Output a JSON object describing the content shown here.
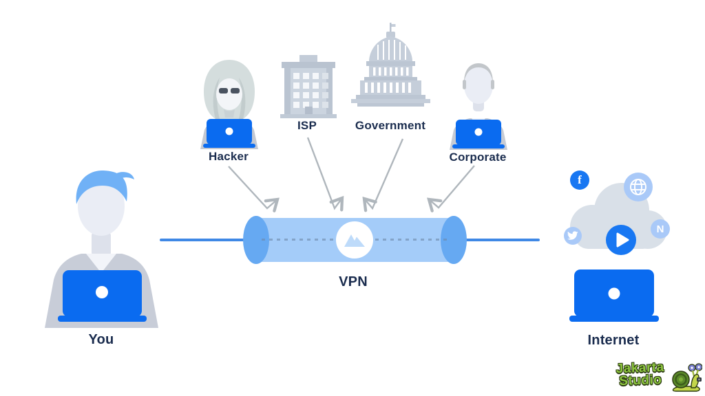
{
  "diagram": {
    "title_context": "VPN tunnel protection diagram",
    "left_node": {
      "label": "You",
      "icon": "user-with-laptop"
    },
    "tunnel": {
      "label": "VPN",
      "icon": "nordvpn-mountain-logo"
    },
    "right_node": {
      "label": "Internet",
      "icon": "laptop"
    },
    "threats": [
      {
        "label": "Hacker",
        "icon": "hooded-hacker-with-laptop"
      },
      {
        "label": "ISP",
        "icon": "office-building"
      },
      {
        "label": "Government",
        "icon": "capitol-building"
      },
      {
        "label": "Corporate",
        "icon": "businessman-with-laptop"
      }
    ],
    "internet_services": [
      "facebook",
      "globe",
      "twitter",
      "video-play",
      "netflix"
    ],
    "netflix_glyph": "N",
    "facebook_glyph": "f"
  },
  "watermark": {
    "name": "Jakarta Studio",
    "line1": "Jakarta",
    "line2": "Studio"
  },
  "colors": {
    "background": "#ffffff",
    "laptop_blue": "#0a6bf0",
    "tunnel_body": "#a4ccf9",
    "tunnel_edge": "#66a9f2",
    "connection_line": "#3f88e5",
    "text_navy": "#1a2c4e",
    "figure_gray": "#c6cbd6",
    "cloud_gray": "#d9e0e8",
    "arrow_gray": "#afb6bc",
    "facebook_blue": "#1877f2",
    "light_icon_blue": "#a9c9f8",
    "watermark_green": "#8dc63f"
  }
}
